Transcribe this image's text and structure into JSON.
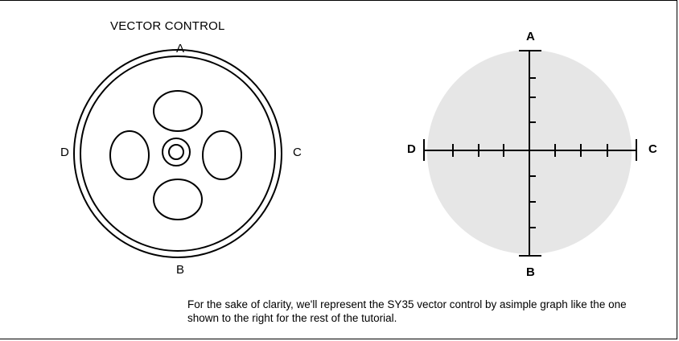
{
  "knob": {
    "title": "VECTOR CONTROL",
    "labels": {
      "top": "A",
      "bottom": "B",
      "right": "C",
      "left": "D"
    }
  },
  "graph": {
    "labels": {
      "top": "A",
      "bottom": "B",
      "right": "C",
      "left": "D"
    }
  },
  "caption": {
    "line1": "For the sake of clarity, we'll represent the SY35 vector control by asimple graph like the one",
    "line2": "shown to the right for the rest of the tutorial."
  }
}
